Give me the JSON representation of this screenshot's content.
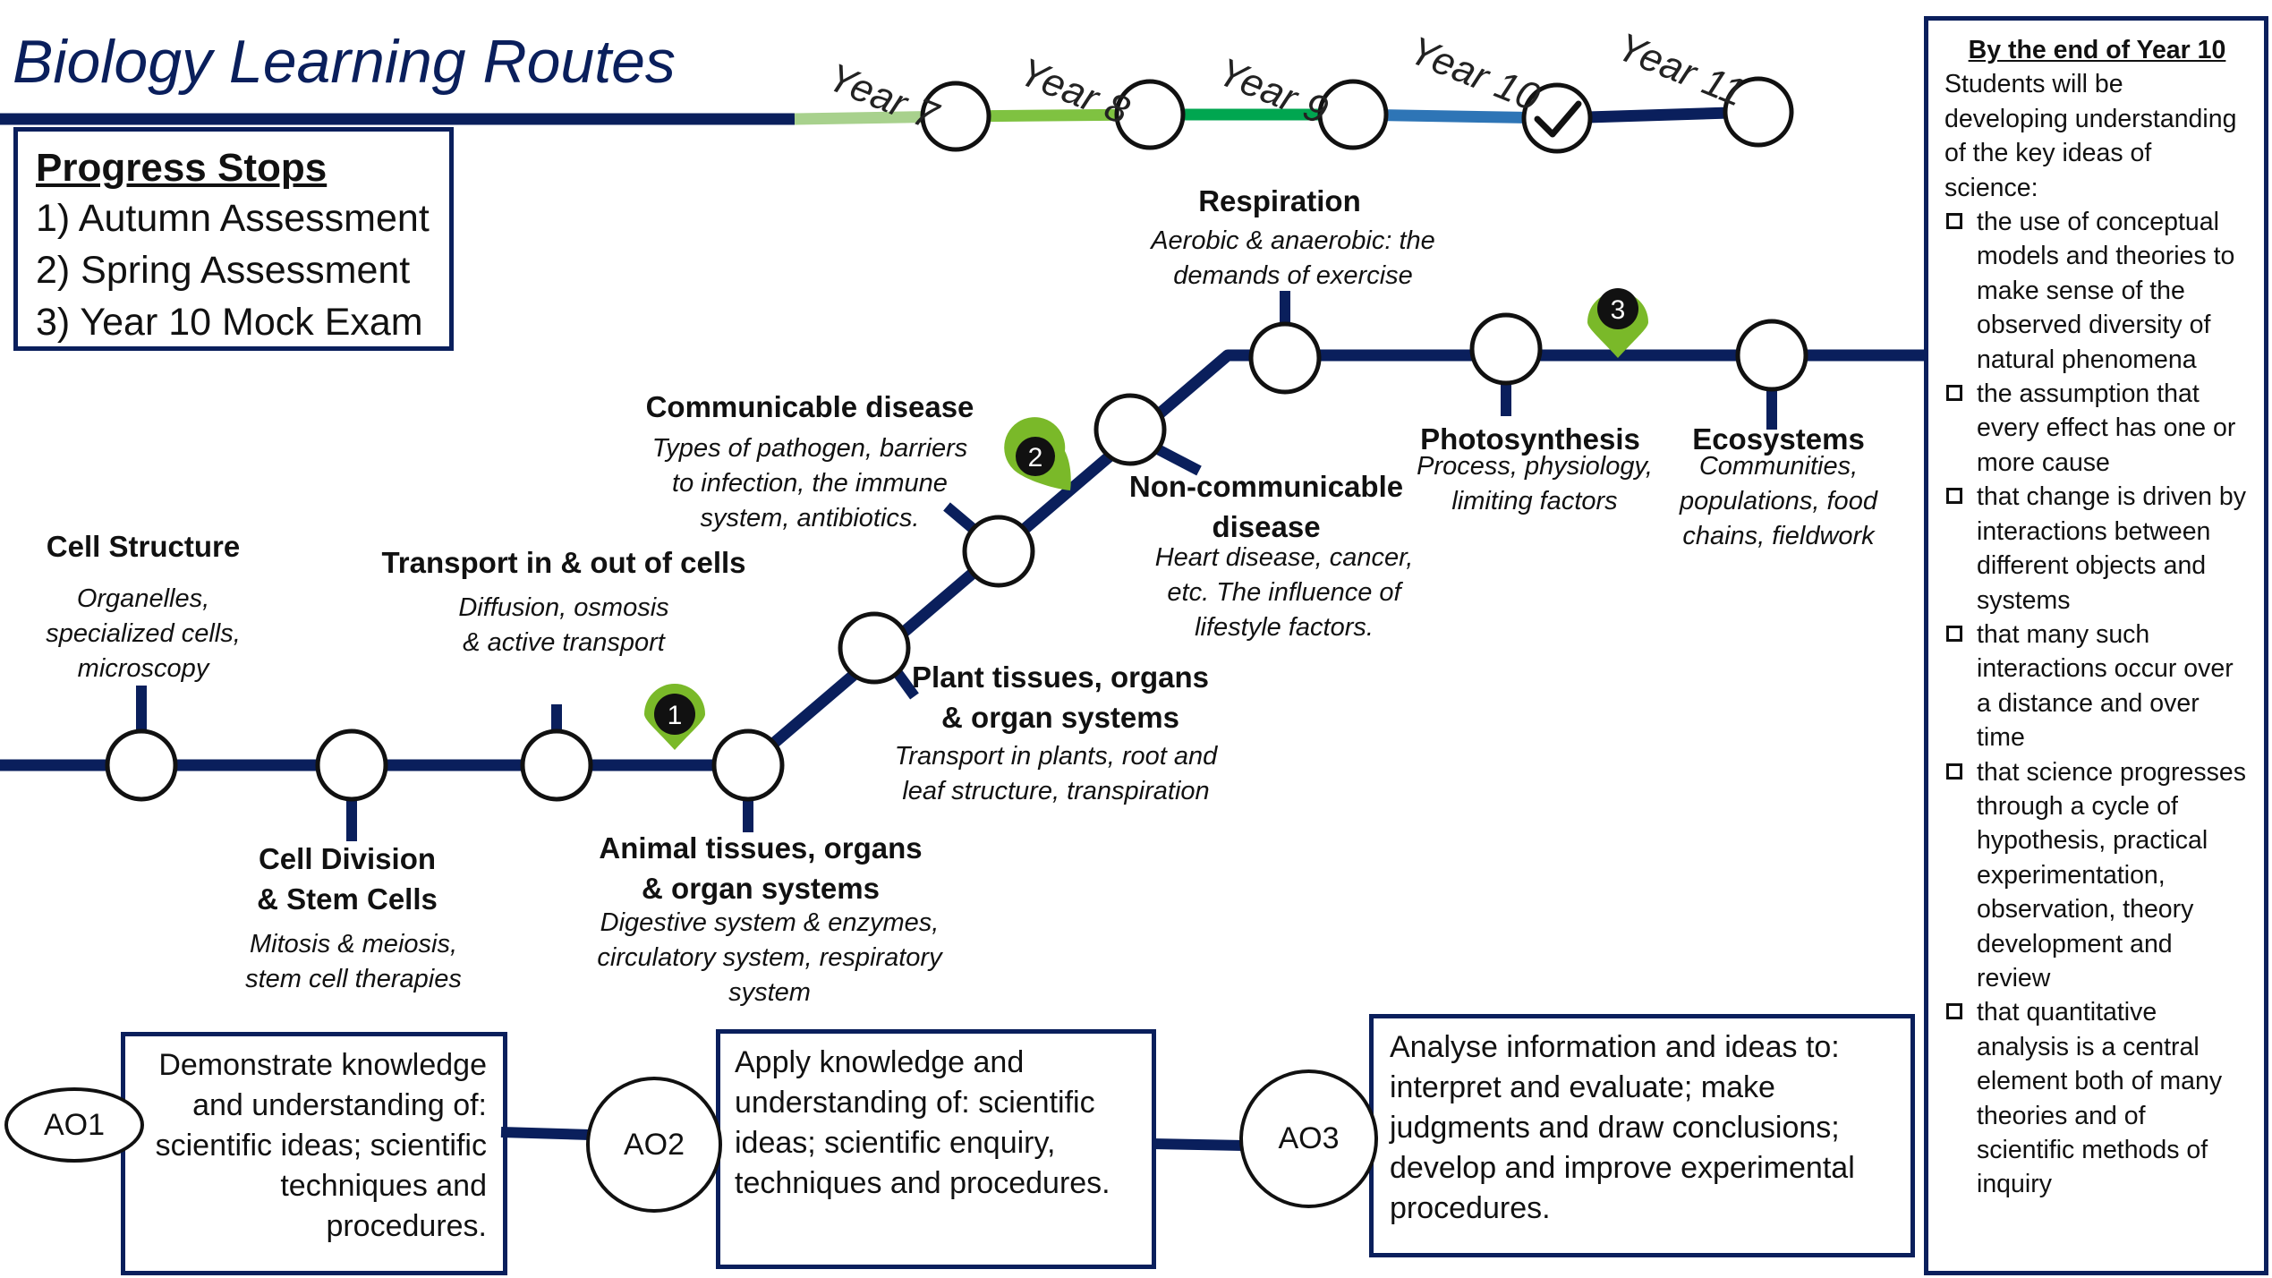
{
  "title": "Biology Learning Routes",
  "years": [
    "Year 7",
    "Year 8",
    "Year 9",
    "Year 10",
    "Year 11"
  ],
  "colors": {
    "navy": "#0a1f5c",
    "year7_segment": "#a8d18d",
    "year8_segment": "#7fc241",
    "year9_segment": "#00a650",
    "year10_segment": "#2e75b6",
    "marker_green": "#7ab929"
  },
  "legend": {
    "heading": "Progress Stops",
    "items": [
      "1) Autumn Assessment",
      "2) Spring Assessment",
      "3) Year 10 Mock Exam"
    ]
  },
  "markers": [
    "1",
    "2",
    "3"
  ],
  "stops": {
    "cell_structure": {
      "title": "Cell Structure",
      "desc": "Organelles, specialized cells, microscopy"
    },
    "cell_division": {
      "title": "Cell Division & Stem Cells",
      "desc": "Mitosis & meiosis, stem cell therapies"
    },
    "transport": {
      "title": "Transport in & out of cells",
      "desc": "Diffusion, osmosis & active transport"
    },
    "animal_tissues": {
      "title": "Animal tissues, organs & organ systems",
      "desc": "Digestive system & enzymes, circulatory system, respiratory system"
    },
    "plant_tissues": {
      "title": "Plant tissues, organs & organ systems",
      "desc": "Transport in plants, root and leaf structure, transpiration"
    },
    "communicable": {
      "title": "Communicable disease",
      "desc": "Types of pathogen, barriers to infection, the immune system, antibiotics."
    },
    "non_communicable": {
      "title": "Non-communicable disease",
      "desc": "Heart disease, cancer, etc. The influence of lifestyle factors."
    },
    "respiration": {
      "title": "Respiration",
      "desc": "Aerobic & anaerobic: the demands of exercise"
    },
    "photosynthesis": {
      "title": "Photosynthesis",
      "desc": "Process, physiology, limiting factors"
    },
    "ecosystems": {
      "title": "Ecosystems",
      "desc": "Communities, populations, food chains, fieldwork"
    }
  },
  "assessment_objectives": [
    {
      "label": "AO1",
      "text": "Demonstrate knowledge and understanding of: scientific ideas; scientific techniques and procedures."
    },
    {
      "label": "AO2",
      "text": "Apply knowledge and understanding of: scientific ideas; scientific enquiry, techniques and procedures."
    },
    {
      "label": "AO3",
      "text": "Analyse information and ideas to: interpret and evaluate; make judgments and draw conclusions; develop and improve experimental procedures."
    }
  ],
  "sidebar": {
    "heading": "By the end of Year 10",
    "intro": "Students will be developing understanding of the key ideas of science:",
    "items": [
      "the use of conceptual models and theories to make sense of the observed diversity of natural phenomena",
      "the assumption that every effect has one or more cause",
      "that change is driven by interactions between different objects and systems",
      "that many such interactions occur over a distance and over time",
      "that science progresses through a cycle of hypothesis, practical experimentation, observation, theory development and review",
      "that quantitative analysis is a central element both of many theories and of scientific methods of inquiry"
    ]
  }
}
